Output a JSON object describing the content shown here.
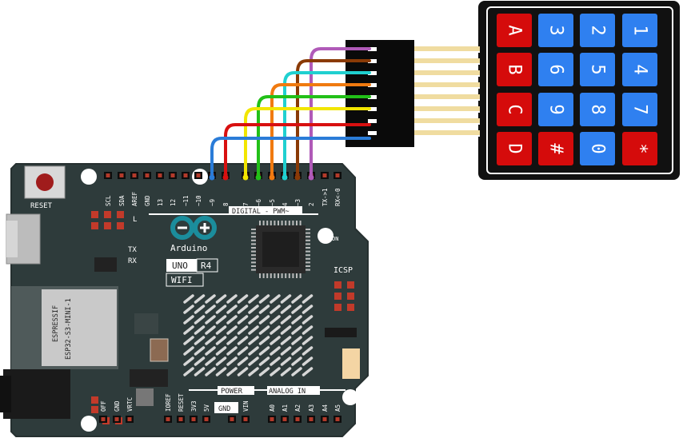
{
  "board": {
    "reset_label": "RESET",
    "brand": "Arduino",
    "model_uno": "UNO",
    "model_r4": "R4",
    "model_wifi": "WIFI",
    "digital_header": "DIGITAL - PWM~",
    "power_header": "POWER",
    "analog_header": "ANALOG IN",
    "icsp_label": "ICSP",
    "on_label": "ON",
    "l_label": "L",
    "tx_label": "TX",
    "rx_label": "RX",
    "module_line1": "ESPRESSIF",
    "module_line2": "ESP32-S3-MINI-1",
    "top_pins": [
      "SCL",
      "SDA",
      "AREF",
      "GND",
      "13",
      "12",
      "~11",
      "~10",
      "~9",
      "8",
      "7",
      "~6",
      "~5",
      "4",
      "~3",
      "2",
      "TX->1",
      "RX<-0"
    ],
    "power_pins": [
      "OFF",
      "GND",
      "VRTC",
      "IOREF",
      "RESET",
      "3V3",
      "5V",
      "GND",
      "VIN"
    ],
    "power_gnd_box": "GND",
    "analog_pins": [
      "A0",
      "A1",
      "A2",
      "A3",
      "A4",
      "A5"
    ]
  },
  "keypad": {
    "rows": [
      [
        "1",
        "4",
        "7",
        "*"
      ],
      [
        "2",
        "5",
        "8",
        "0"
      ],
      [
        "3",
        "6",
        "9",
        "#"
      ],
      [
        "A",
        "B",
        "C",
        "D"
      ]
    ],
    "colors": {
      "blue": "#2f80f0",
      "red": "#d50b0b"
    }
  },
  "wires": {
    "colors": [
      "#2a7cd8",
      "#d81010",
      "#f2e600",
      "#22c018",
      "#f07a10",
      "#20d0d0",
      "#8a3a06",
      "#b05ab8"
    ]
  },
  "colors": {
    "board": "#2e3b3b",
    "board_edge": "#263030",
    "header": "#0a0a0a",
    "keypad_frame": "#111111"
  }
}
